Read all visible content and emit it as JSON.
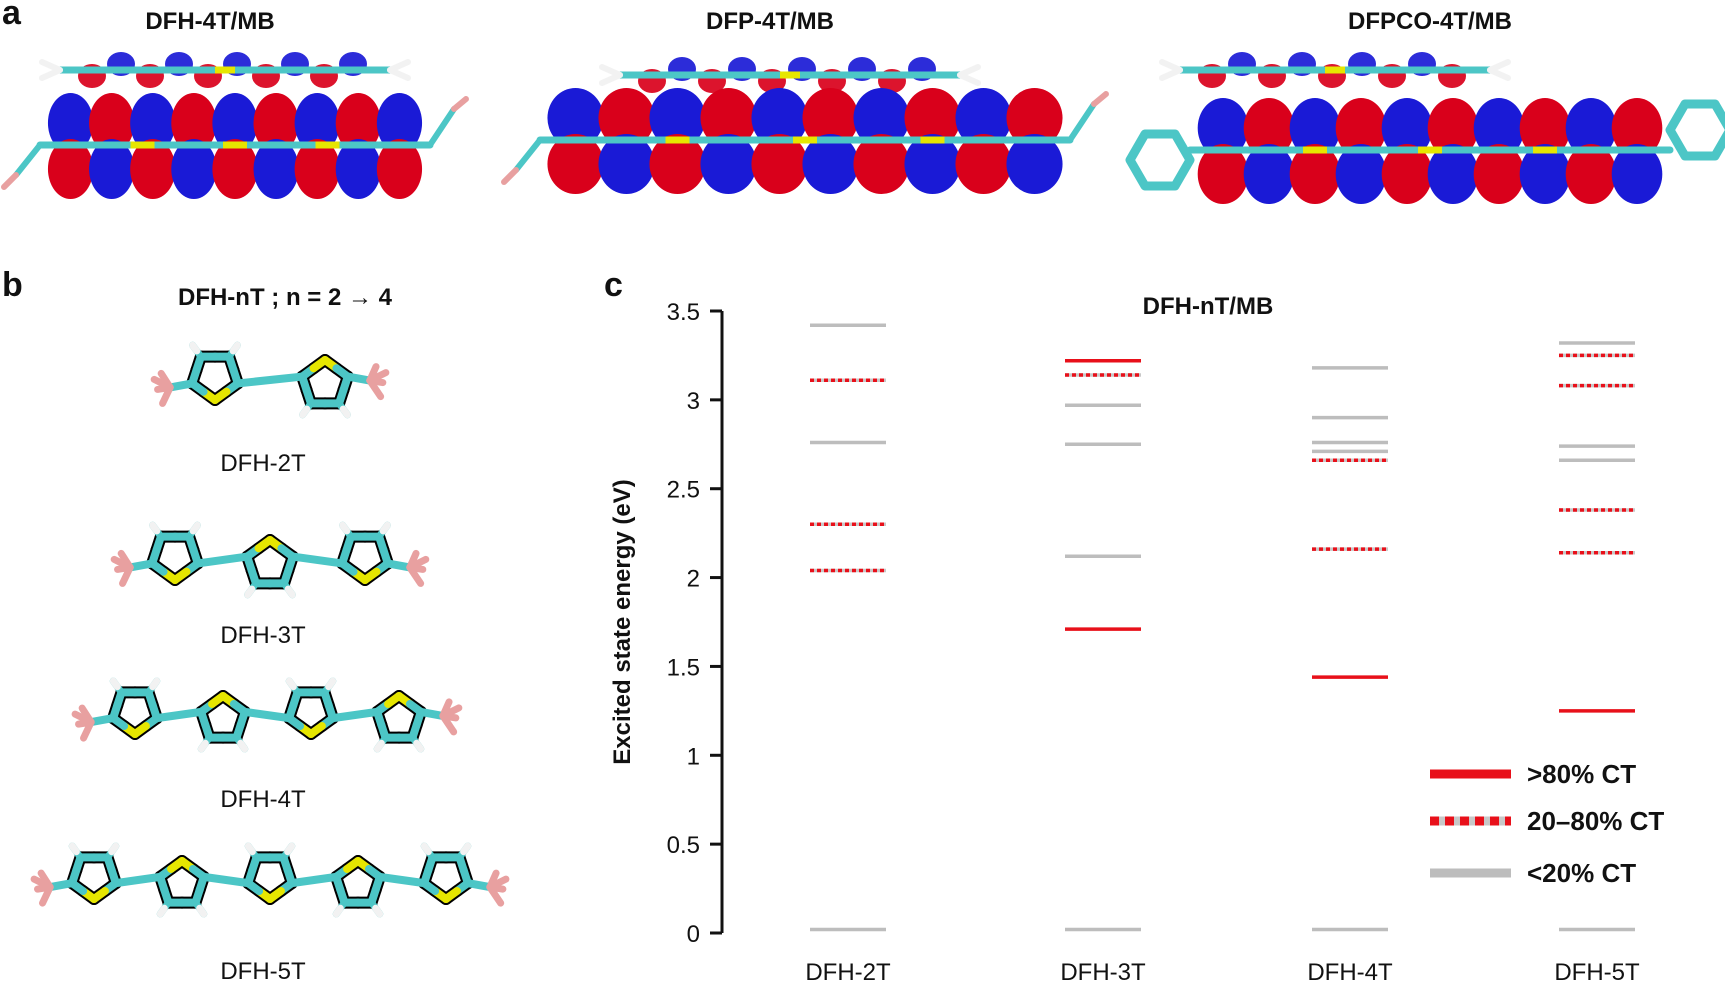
{
  "panels": {
    "a": {
      "letter": "a",
      "titles": [
        "DFH-4T/MB",
        "DFP-4T/MB",
        "DFPCO-4T/MB"
      ]
    },
    "b": {
      "letter": "b",
      "title": "DFH-nT ; n = 2 → 4",
      "molecules": [
        "DFH-2T",
        "DFH-3T",
        "DFH-4T",
        "DFH-5T"
      ]
    },
    "c": {
      "letter": "c"
    }
  },
  "colors": {
    "ct_high": "#e8101a",
    "ct_mid": "#e8101a",
    "ct_low": "#bdbdbd",
    "orbital_red": "#d9001b",
    "orbital_blue": "#1a1ad6",
    "carbon": "#4cc6c6",
    "sulfur": "#e6e600",
    "hydrogen": "#f2f2f2",
    "fluorine": "#e8a0a0"
  },
  "chart_data": {
    "type": "scatter",
    "title": "DFH-nT/MB",
    "xlabel": "",
    "ylabel": "Excited state energy (eV)",
    "categories": [
      "DFH-2T",
      "DFH-3T",
      "DFH-4T",
      "DFH-5T"
    ],
    "ylim": [
      0,
      3.5
    ],
    "yticks": [
      0,
      0.5,
      1,
      1.5,
      2,
      2.5,
      3,
      3.5
    ],
    "grid": false,
    "legend_position": "bottom-right",
    "series": [
      {
        "name": ">80% CT",
        "style": "solid",
        "points": [
          [
            "DFH-3T",
            3.22
          ],
          [
            "DFH-3T",
            1.71
          ],
          [
            "DFH-4T",
            1.44
          ],
          [
            "DFH-5T",
            1.25
          ]
        ]
      },
      {
        "name": "20–80% CT",
        "style": "dotted",
        "points": [
          [
            "DFH-2T",
            3.11
          ],
          [
            "DFH-2T",
            2.3
          ],
          [
            "DFH-2T",
            2.04
          ],
          [
            "DFH-3T",
            3.14
          ],
          [
            "DFH-4T",
            2.66
          ],
          [
            "DFH-4T",
            2.16
          ],
          [
            "DFH-5T",
            3.25
          ],
          [
            "DFH-5T",
            3.08
          ],
          [
            "DFH-5T",
            2.38
          ],
          [
            "DFH-5T",
            2.14
          ]
        ]
      },
      {
        "name": "<20% CT",
        "style": "solid",
        "points": [
          [
            "DFH-2T",
            3.42
          ],
          [
            "DFH-2T",
            2.76
          ],
          [
            "DFH-2T",
            0.02
          ],
          [
            "DFH-3T",
            2.97
          ],
          [
            "DFH-3T",
            2.75
          ],
          [
            "DFH-3T",
            2.12
          ],
          [
            "DFH-3T",
            0.02
          ],
          [
            "DFH-4T",
            3.18
          ],
          [
            "DFH-4T",
            2.9
          ],
          [
            "DFH-4T",
            2.76
          ],
          [
            "DFH-4T",
            2.71
          ],
          [
            "DFH-4T",
            0.02
          ],
          [
            "DFH-5T",
            3.32
          ],
          [
            "DFH-5T",
            2.74
          ],
          [
            "DFH-5T",
            2.66
          ],
          [
            "DFH-5T",
            0.02
          ]
        ]
      }
    ]
  }
}
